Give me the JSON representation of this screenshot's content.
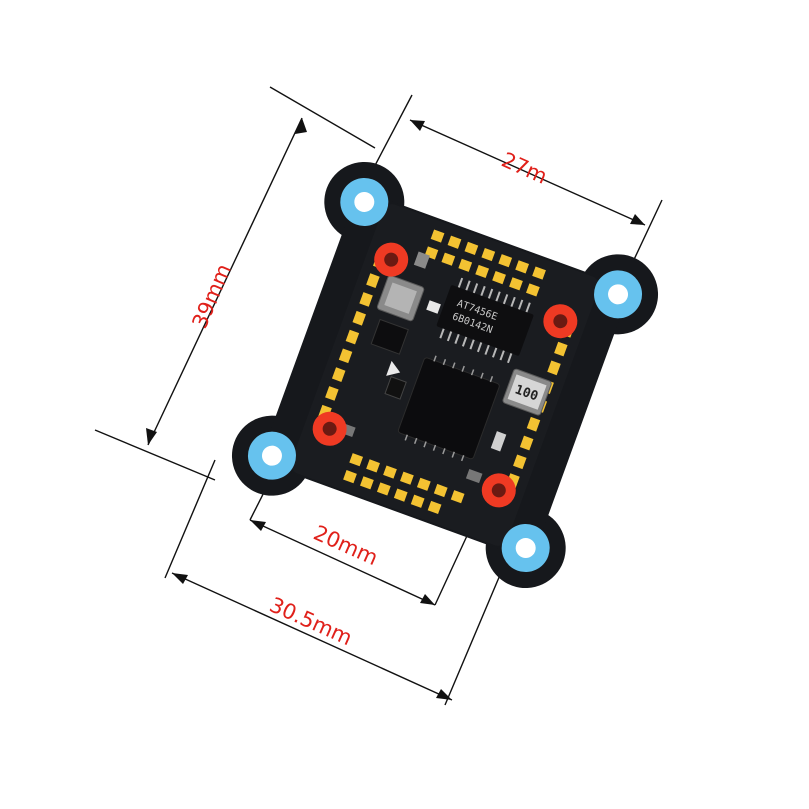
{
  "dimensions": {
    "width_label": "27m",
    "height_label": "39mm",
    "inner_mount_label": "20mm",
    "outer_mount_label": "30.5mm"
  },
  "board": {
    "chip_text_line1": "AT7456E",
    "chip_text_line2": "6B0142N",
    "inductor_label": "100"
  },
  "colors": {
    "board": "#16181c",
    "pad": "#f3c232",
    "spacer_outer": "#66c2ee",
    "spacer_inner": "#ef3a23",
    "dimension": "#e0201a"
  }
}
